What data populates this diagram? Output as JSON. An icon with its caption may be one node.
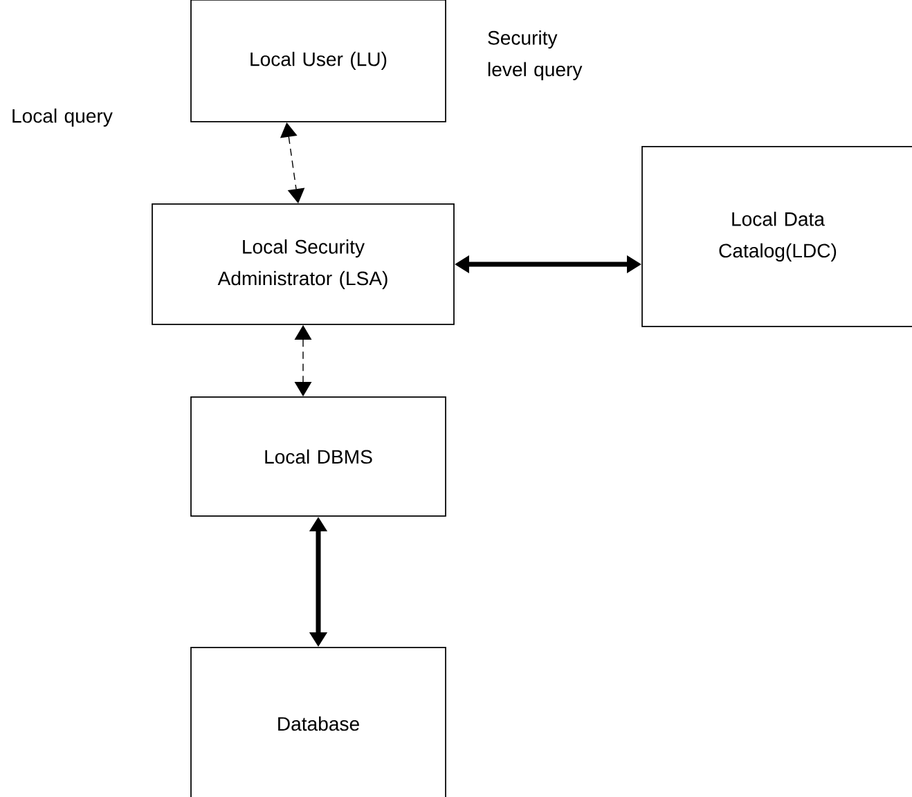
{
  "diagram": {
    "nodes": [
      {
        "text": [
          "Local User (LU)"
        ]
      },
      {
        "text": [
          "Local Security Administrator (LSA)"
        ]
      },
      {
        "text": [
          "Local Data Catalog(LDC)"
        ]
      },
      {
        "text": [
          "Local DBMS"
        ]
      },
      {
        "text": [
          "Database"
        ]
      }
    ],
    "edges": [
      {
        "from": 0,
        "to": 1,
        "arrow": "both",
        "style": "dashed"
      },
      {
        "from": 1,
        "to": 2,
        "arrow": "both",
        "style": "thick"
      },
      {
        "from": 1,
        "to": 3,
        "arrow": "both",
        "style": "dashed"
      },
      {
        "from": 3,
        "to": 4,
        "arrow": "both",
        "style": "thick"
      }
    ],
    "labels": [
      "Local query",
      "Security level query"
    ]
  }
}
